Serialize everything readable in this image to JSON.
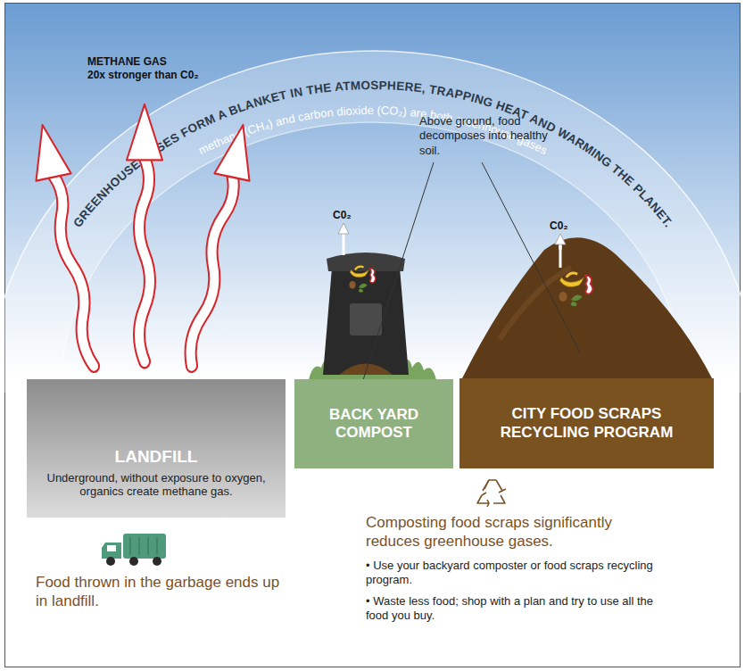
{
  "diagram": {
    "nodes": [
      {
        "text": [
          "LANDFILL",
          "Underground, without exposure to oxygen, organics create methane gas."
        ]
      },
      {
        "text": [
          "BACK YARD COMPOST"
        ]
      },
      {
        "text": [
          "CITY FOOD SCRAPS RECYCLING PROGRAM"
        ]
      }
    ],
    "labels": [
      "GREENHOUSE GASES FORM A BLANKET IN THE ATMOSPHERE, TRAPPING HEAT AND WARMING THE PLANET.",
      "methane (CH₄) and carbon dioxide (CO₂) are both greenhouse gases",
      "METHANE GAS",
      "20x stronger than C0₂",
      "C0₂",
      "C0₂",
      "Above ground, food decomposes into healthy soil.",
      "Food thrown in the garbage ends up in landfill.",
      "Composting food scraps significantly reduces greenhouse gases.",
      "• Use your backyard composter or food scraps recycling program.",
      "• Waste less food; shop with a plan and try to use all the food you buy."
    ]
  }
}
